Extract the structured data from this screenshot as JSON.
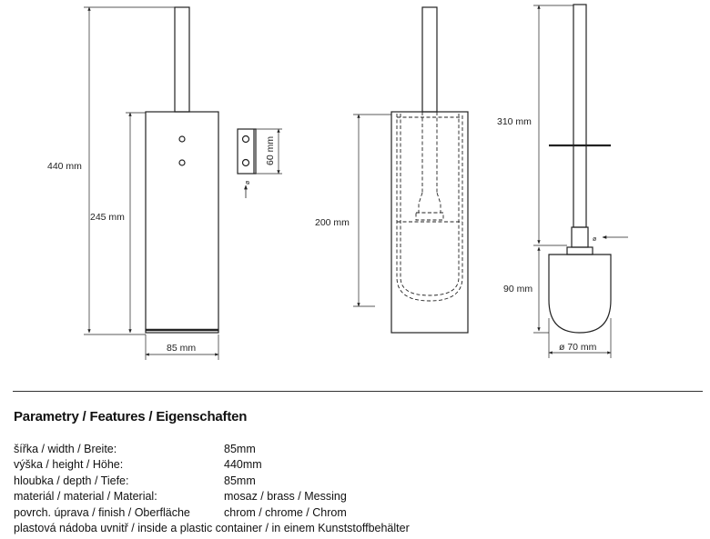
{
  "drawing": {
    "dim_total_height": "440 mm",
    "dim_body_height": "245 mm",
    "dim_width": "85 mm",
    "dim_bracket": "60 mm",
    "dim_inner_height": "200 mm",
    "dim_handle": "310 mm",
    "dim_head": "90 mm",
    "dim_diameter": "ø 70 mm"
  },
  "features": {
    "heading": "Parametry / Features / Eigenschaften",
    "rows": [
      {
        "label": "šířka / width / Breite:",
        "value": "85mm"
      },
      {
        "label": "výška / height / Höhe:",
        "value": "440mm"
      },
      {
        "label": "hloubka / depth / Tiefe:",
        "value": "85mm"
      },
      {
        "label": "materiál / material / Material:",
        "value": "mosaz / brass / Messing"
      },
      {
        "label": "povrch. úprava / finish / Oberfläche",
        "value": "chrom / chrome / Chrom"
      }
    ],
    "note": "plastová nádoba uvnitř / inside a plastic container / in einem Kunststoffbehälter"
  }
}
